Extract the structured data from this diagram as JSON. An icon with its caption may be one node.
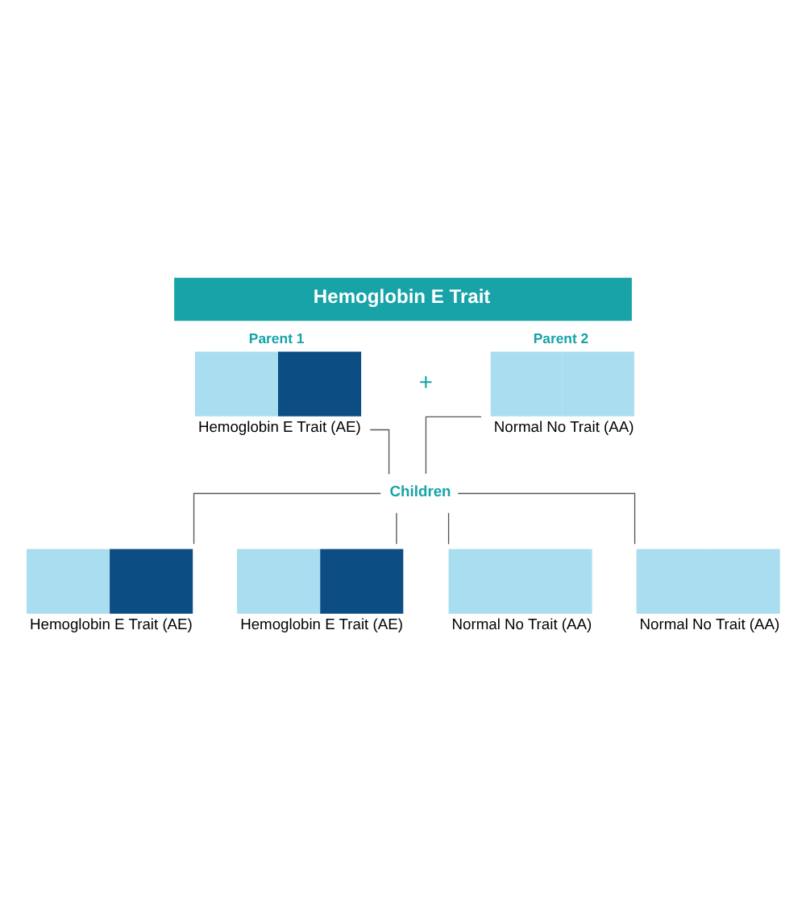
{
  "diagram": {
    "title": "Hemoglobin E Trait",
    "nodes": [
      {
        "text": [
          "Parent 1",
          "Hemoglobin E Trait (AE)"
        ]
      },
      {
        "text": [
          "Parent 2",
          "Normal No Trait (AA)"
        ]
      },
      {
        "text": [
          "Children"
        ]
      },
      {
        "text": [
          "Hemoglobin E Trait (AE)"
        ]
      },
      {
        "text": [
          "Hemoglobin E Trait (AE)"
        ]
      },
      {
        "text": [
          "Normal No Trait (AA)"
        ]
      },
      {
        "text": [
          "Normal No Trait (AA)"
        ]
      }
    ],
    "edges": [
      {
        "from": 0,
        "to": 2,
        "arrow": "none"
      },
      {
        "from": 1,
        "to": 2,
        "arrow": "none"
      },
      {
        "from": 2,
        "to": 3,
        "arrow": "none"
      },
      {
        "from": 2,
        "to": 4,
        "arrow": "none"
      },
      {
        "from": 2,
        "to": 5,
        "arrow": "none"
      },
      {
        "from": 2,
        "to": 6,
        "arrow": "none"
      }
    ],
    "labels": [
      "+"
    ]
  }
}
